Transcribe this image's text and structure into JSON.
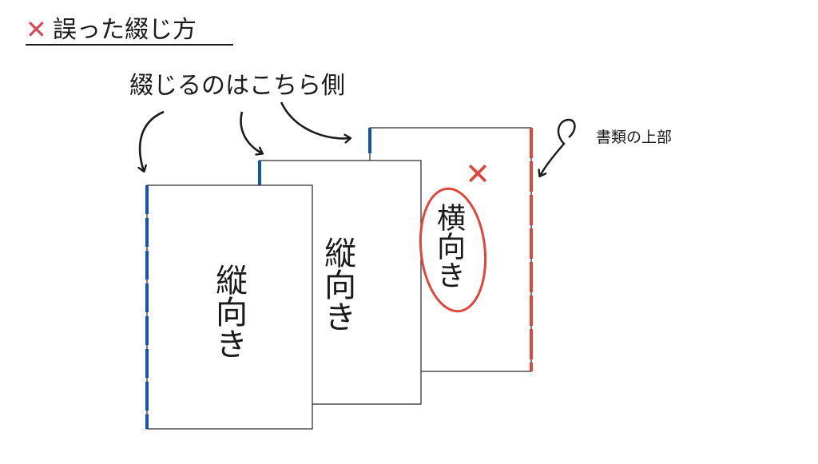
{
  "title": {
    "mark": "✕",
    "text": "誤った綴じ方"
  },
  "callouts": {
    "binding_side": "綴じるのはこちら側",
    "document_top": "書類の上部"
  },
  "sheets": [
    {
      "label": "縦向き",
      "edge": "left"
    },
    {
      "label": "縦向き",
      "edge": "left"
    },
    {
      "label": "横向き",
      "edge": "right",
      "circled": true,
      "marked_wrong": true
    }
  ],
  "wrong_mark": "✕",
  "colors": {
    "binding_edge": "#1452b4",
    "error": "#e0463c",
    "title_mark": "#d84a52",
    "sheet_border": "#333333",
    "text": "#1a1a1a"
  }
}
